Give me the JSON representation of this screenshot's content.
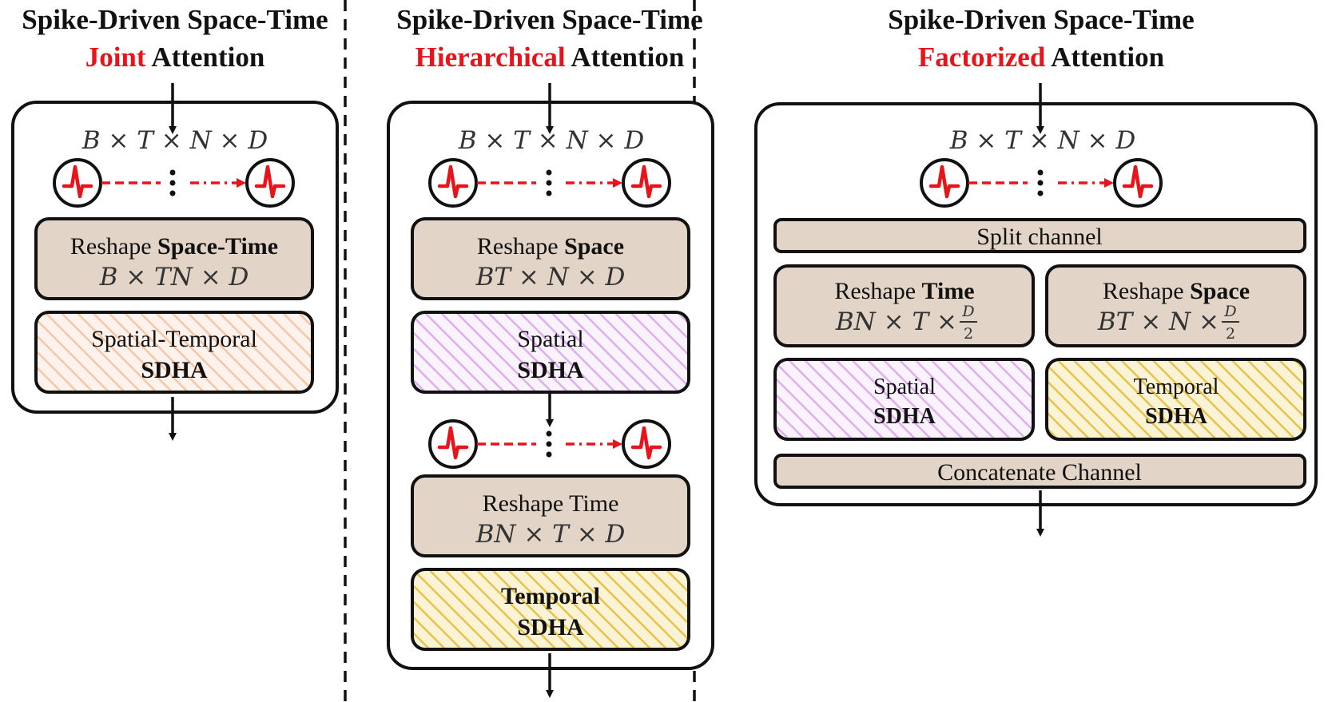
{
  "colors": {
    "accent": "#e8141b",
    "box_fill": "#e2d5c7",
    "hatch_orange": "#f5c6a8",
    "hatch_purple": "#dcb0ea",
    "hatch_yellow": "#e6c34c",
    "outline": "#111111"
  },
  "panels": [
    {
      "title_line1": "Spike-Driven Space-Time",
      "title_keyword": "Joint",
      "title_suffix": "Attention",
      "shape": "B × T × N × D",
      "spike_icon": "spike-neuron-icon",
      "reshape": {
        "prefix": "Reshape ",
        "bold": "Space-Time",
        "shape": "B × TN × D"
      },
      "attention": {
        "line1": "Spatial-Temporal",
        "line2": "SDHA"
      }
    },
    {
      "title_line1": "Spike-Driven Space-Time",
      "title_keyword": "Hierarchical",
      "title_suffix": "Attention",
      "shape": "B × T × N × D",
      "spike_icon": "spike-neuron-icon",
      "reshape_space": {
        "prefix": "Reshape ",
        "bold": "Space",
        "shape": "BT × N × D"
      },
      "spatial": {
        "line1": "Spatial",
        "line2": "SDHA"
      },
      "reshape_time": {
        "label": "Reshape Time",
        "shape": "BN × T × D"
      },
      "temporal": {
        "line1": "Temporal",
        "line2": "SDHA"
      }
    },
    {
      "title_line1": "Spike-Driven Space-Time",
      "title_keyword": "Factorized",
      "title_suffix": "Attention",
      "shape": "B × T × N × D",
      "spike_icon": "spike-neuron-icon",
      "split": "Split channel",
      "reshape_time": {
        "prefix": "Reshape ",
        "bold": "Time",
        "shape": "BN × T × ",
        "frac_num": "D",
        "frac_den": "2"
      },
      "reshape_space": {
        "prefix": "Reshape ",
        "bold": "Space",
        "shape": "BT × N × ",
        "frac_num": "D",
        "frac_den": "2"
      },
      "spatial": {
        "line1": "Spatial",
        "line2": "SDHA"
      },
      "temporal": {
        "line1": "Temporal",
        "line2": "SDHA"
      },
      "concat": "Concatenate Channel"
    }
  ]
}
